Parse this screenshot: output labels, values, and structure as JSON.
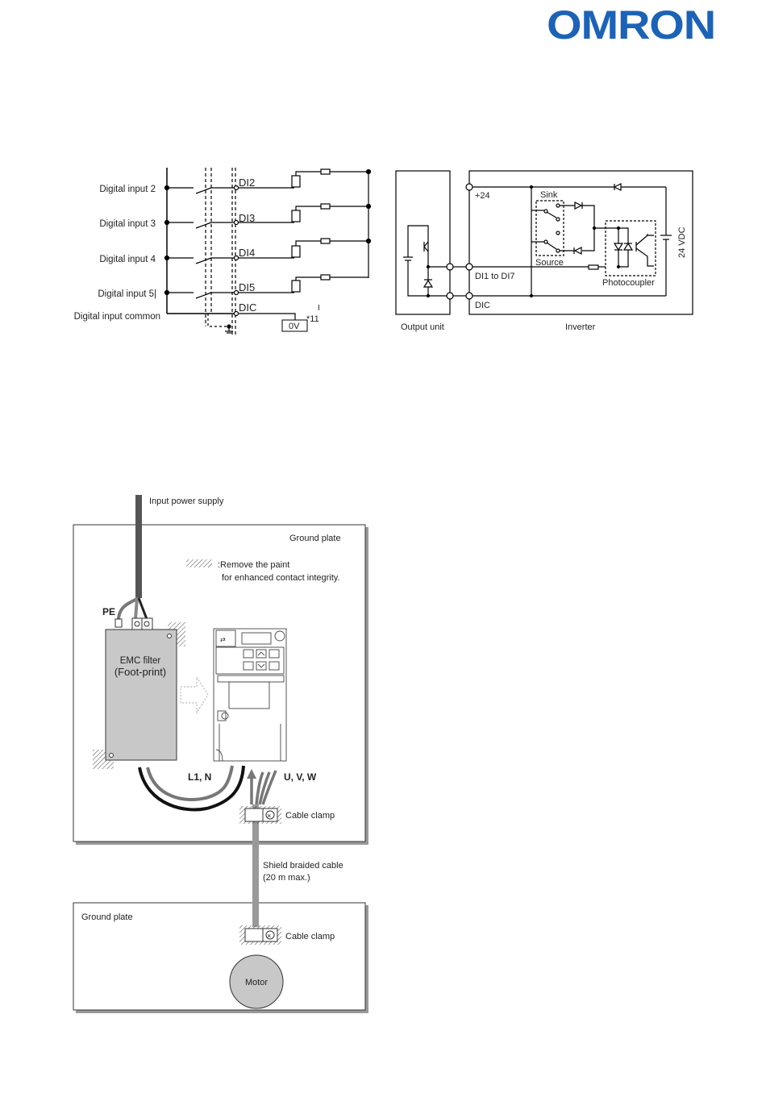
{
  "header": {
    "logo_text": "OMRON",
    "brand_color": "#1c63b7"
  },
  "circuit_left": {
    "inputs": [
      {
        "label": "Digital input 2",
        "terminal": "DI2"
      },
      {
        "label": "Digital input 3",
        "terminal": "DI3"
      },
      {
        "label": "Digital input 4",
        "terminal": "DI4"
      },
      {
        "label": "Digital input 5|",
        "terminal": "DI5"
      }
    ],
    "common_label": "Digital input common",
    "common_terminal": "DIC",
    "zero_volt": "0V",
    "note_ref": "*11",
    "cursor_mark": "I"
  },
  "circuit_right": {
    "output_unit_label": "Output unit",
    "inverter_label": "Inverter",
    "plus24": "+24",
    "sink": "Sink",
    "source": "Source",
    "di_range": "DI1 to DI7",
    "dic": "DIC",
    "photocoupler": "Photocoupler",
    "vdc": "24 VDC"
  },
  "wiring": {
    "input_power_supply": "Input power supply",
    "ground_plate_top": "Ground plate",
    "paint_note_line1": ":Remove the paint",
    "paint_note_line2": "for enhanced contact integrity.",
    "pe": "PE",
    "emc_line1": "EMC filter",
    "emc_line2": "(Foot-print)",
    "l1n": "L1, N",
    "uvw": "U, V, W",
    "cable_clamp_top": "Cable clamp",
    "shield_line1": "Shield braided cable",
    "shield_line2": "(20 m max.)",
    "ground_plate_bottom": "Ground plate",
    "cable_clamp_bottom": "Cable clamp",
    "motor": "Motor"
  }
}
